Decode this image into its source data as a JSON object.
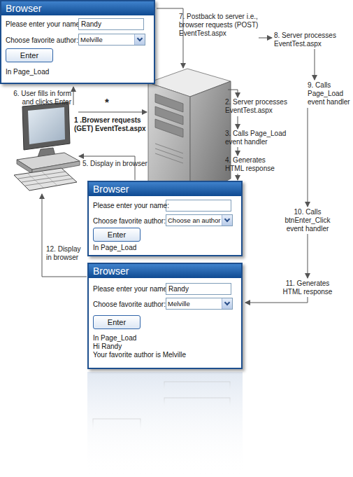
{
  "diagram": {
    "nodes": [
      {
        "text": [
          "Browser",
          "Please enter your name:",
          "Choose favorite author:",
          "In Page_Load"
        ]
      },
      {
        "text": [
          "Randy"
        ],
        "in": 0
      },
      {
        "text": [
          "Melville"
        ],
        "in": 0
      },
      {
        "text": [
          "Enter"
        ],
        "in": 0
      },
      {
        "text": [
          "Browser",
          "Please enter your name:",
          "Choose favorite author:",
          "In Page_Load"
        ]
      },
      {
        "text": [
          "Choose an author"
        ],
        "in": 4
      },
      {
        "text": [
          "Enter"
        ],
        "in": 4
      },
      {
        "text": [
          "Browser",
          "Please enter your name:",
          "Choose favorite author:",
          "In Page_Load",
          "Hi Randy",
          "Your favorite author is Melville"
        ]
      },
      {
        "text": [
          "Randy"
        ],
        "in": 7
      },
      {
        "text": [
          "Melville"
        ],
        "in": 7
      },
      {
        "text": [
          "Enter"
        ],
        "in": 7
      }
    ],
    "labels": [
      "7. Postback to server i.e., browser requests (POST) EventTest.aspx",
      "8. Server processes EventTest.aspx",
      "9. Calls Page_Load event handler",
      "6. User fills in form and clicks Enter",
      "*",
      "1 .Browser requests (GET) EventTest.aspx",
      "2. Server processes EventTest.aspx",
      "3. Calls Page_Load event handler",
      "4. Generates HTML response",
      "5. Display in browser",
      "10. Calls btnEnter_Click event handler",
      "11. Generates HTML response",
      "12. Display in browser"
    ]
  }
}
